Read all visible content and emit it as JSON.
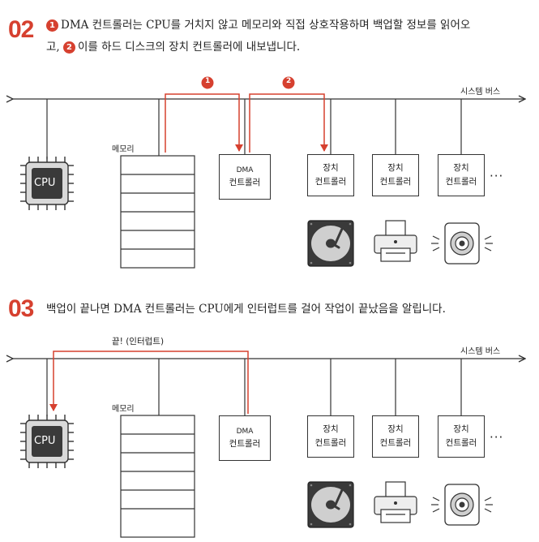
{
  "step2": {
    "number": "02",
    "badge1": "1",
    "line1": "DMA 컨트롤러는 CPU를 거치지 않고 메모리와 직접 상호작용하며 백업할 정보를 읽어오",
    "line2_pre": "고,",
    "badge2": "2",
    "line2_post": "이를 하드 디스크의 장치 컨트롤러에 내보냅니다."
  },
  "step3": {
    "number": "03",
    "text": "백업이 끝나면 DMA 컨트롤러는 CPU에게 인터럽트를 걸어 작업이 끝났음을 알립니다."
  },
  "diagram_top": {
    "bus_label": "시스템 버스",
    "arrow1_label": "1",
    "arrow2_label": "2",
    "cpu_label": "CPU",
    "memory_label": "메모리",
    "dma_line1": "DMA",
    "dma_line2": "컨트롤러",
    "device_line1": "장치",
    "device_line2": "컨트롤러",
    "ellipsis": "···"
  },
  "diagram_bottom": {
    "bus_label": "시스템 버스",
    "interrupt_label": "끝! (인터럽트)",
    "cpu_label": "CPU",
    "memory_label": "메모리",
    "dma_line1": "DMA",
    "dma_line2": "컨트롤러",
    "device_line1": "장치",
    "device_line2": "컨트롤러",
    "ellipsis": "···"
  },
  "colors": {
    "accent": "#d6402f",
    "line": "#333333",
    "chip": "#3a3a3a"
  },
  "icons": [
    "cpu-chip-icon",
    "hard-disk-icon",
    "printer-icon",
    "speaker-icon"
  ]
}
